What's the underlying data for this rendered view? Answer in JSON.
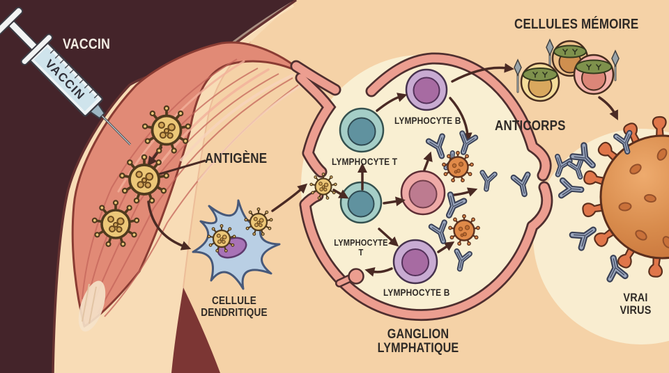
{
  "diagram": {
    "labels": {
      "vaccin": "VACCIN",
      "syringe_text": "VACCIN",
      "antigene": "ANTIGÈNE",
      "cellule_dendritique": {
        "line1": "CELLULE",
        "line2": "DENDRITIQUE"
      },
      "lymphocyte_b_top": "LYMPHOCYTE B",
      "lymphocyte_t_top": "LYMPHOCYTE T",
      "lymphocyte_t_bottom": {
        "line1": "LYMPHOCYTE",
        "line2": "T"
      },
      "lymphocyte_b_bottom": "LYMPHOCYTE B",
      "ganglion": {
        "line1": "GANGLION",
        "line2": "LYMPHATIQUE"
      },
      "cellules_memoire": "CELLULES MÉMOIRE",
      "anticorps": "ANTICORPS",
      "vrai_virus": {
        "line1": "VRAI",
        "line2": "VIRUS"
      }
    },
    "palette": {
      "background_peach": "#f5d2a7",
      "background_maroon": "#44242a",
      "skin": "#f8dcb6",
      "muscle": "#e18a76",
      "lymph_node_wall": "#ec9e90",
      "lymph_node_interior": "#f9efd2",
      "lymphocyte_t": "#60929f",
      "lymphocyte_b": "#a76ba2",
      "plasma_cell": "#efaaa7",
      "dendritic_cell": "#b9cfe4",
      "antigen_tan": "#ecc778",
      "antibody_gray_blue": "#9aa6bd",
      "virus_orange": "#e08a49",
      "memory_band_green": "#7e914c",
      "cream_halo": "#f9edd0",
      "text_dark": "#2f2a26",
      "text_light": "#f2ece3",
      "arrow": "#4a2a24"
    }
  }
}
